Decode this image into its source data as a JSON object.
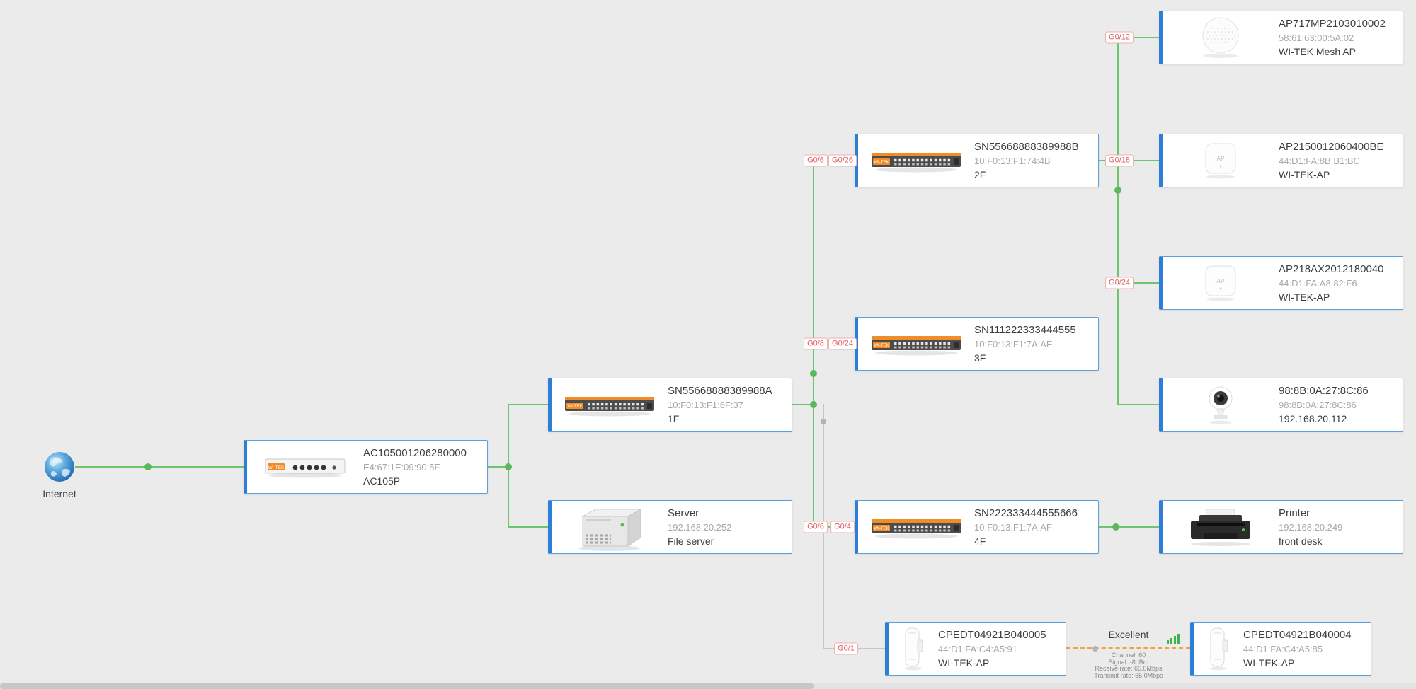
{
  "internet": {
    "label": "Internet"
  },
  "nodes": {
    "ac": {
      "title": "AC105001206280000",
      "line2": "E4:67:1E:09:90:5F",
      "line3": "AC105P"
    },
    "sw1f": {
      "title": "SN55668888389988A",
      "line2": "10:F0:13:F1:6F:37",
      "line3": "1F"
    },
    "server": {
      "title": "Server",
      "line2": "192.168.20.252",
      "line3": "File server"
    },
    "sw2f": {
      "title": "SN55668888389988B",
      "line2": "10:F0:13:F1:74:4B",
      "line3": "2F"
    },
    "sw3f": {
      "title": "SN111222333444555",
      "line2": "10:F0:13:F1:7A:AE",
      "line3": "3F"
    },
    "sw4f": {
      "title": "SN222333444555666",
      "line2": "10:F0:13:F1:7A:AF",
      "line3": "4F"
    },
    "ap717": {
      "title": "AP717MP2103010002",
      "line2": "58:61:63:00:5A:02",
      "line3": "WI-TEK Mesh AP"
    },
    "ap215": {
      "title": "AP2150012060400BE",
      "line2": "44:D1:FA:8B:B1:BC",
      "line3": "WI-TEK-AP"
    },
    "ap218": {
      "title": "AP218AX2012180040",
      "line2": "44:D1:FA:A8:82:F6",
      "line3": "WI-TEK-AP"
    },
    "camera": {
      "title": "98:8B:0A:27:8C:86",
      "line2": "98:8B:0A:27:8C:86",
      "line3": "192.168.20.112"
    },
    "printer": {
      "title": "Printer",
      "line2": "192.168.20.249",
      "line3": "front desk"
    },
    "cpe5": {
      "title": "CPEDT04921B040005",
      "line2": "44:D1:FA:C4:A5:91",
      "line3": "WI-TEK-AP"
    },
    "cpe4": {
      "title": "CPEDT04921B040004",
      "line2": "44:D1:FA:C4:A5:85",
      "line3": "WI-TEK-AP"
    }
  },
  "ports": {
    "ap717_uplink": "G0/12",
    "sw2f_up_a": "G0/6",
    "sw2f_up_b": "G0/26",
    "ap215_uplink": "G0/18",
    "ap218_uplink": "G0/24",
    "sw3f_up_a": "G0/8",
    "sw3f_up_b": "G0/24",
    "sw4f_up_a": "G0/6",
    "sw4f_up_b": "G0/4",
    "cpe_uplink": "G0/1"
  },
  "wireless": {
    "quality": "Excellent",
    "details": [
      "Channel: 60",
      "Signal: -8dBm",
      "Receive rate: 65.0Mbps",
      "Transmit rate: 65.0Mbps"
    ]
  },
  "colors": {
    "background": "#ebebeb",
    "link_up": "#6fc46f",
    "link_down": "#c6c6c6",
    "wireless_link": "#f0a23c",
    "port_badge_text": "#e05a5a",
    "card_border": "#5ba0dd",
    "card_accent": "#2b7fd4"
  }
}
